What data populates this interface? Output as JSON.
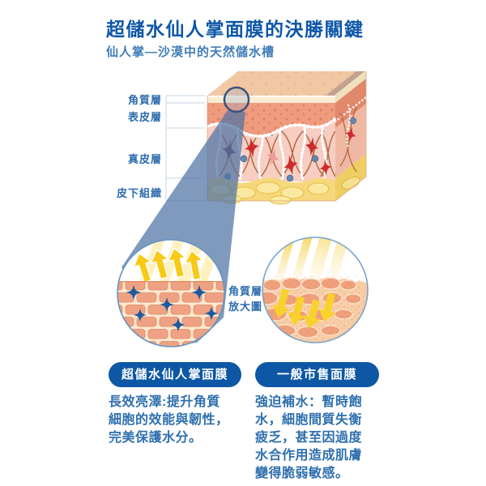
{
  "header": {
    "title": "超儲水仙人掌面膜的決勝關鍵",
    "subtitle": "仙人掌—沙漠中的天然儲水槽"
  },
  "skin_diagram": {
    "layers": [
      {
        "label": "角質層"
      },
      {
        "label": "表皮層"
      },
      {
        "label": "真皮層"
      },
      {
        "label": "皮下組織"
      }
    ]
  },
  "magnifier": {
    "caption_line1": "角質層",
    "caption_line2": "放大圖"
  },
  "comparison": {
    "left": {
      "badge": "超儲水仙人掌面膜",
      "description": "長效亮澤:提升角質細胞的效能與韌性，完美保護水分。"
    },
    "right": {
      "badge": "一般市售面膜",
      "description": "強迫補水：暫時飽水，細胞間質失衡疲乏，甚至因過度水合作用造成肌膚變得脆弱敏感。"
    }
  },
  "colors": {
    "title_blue": "#0d57a8",
    "body_blue": "#2e6fae",
    "badge_blue": "#0d57a5",
    "cone_blue": "#7d9dc5",
    "arrow_yellow": "#f8ca18",
    "sparkle_navy": "#1c5aa0",
    "brick_salmon": "#efa283",
    "epidermis_salmon": "#ee9b7e",
    "dermis_pink": "#f8cec2",
    "fat_yellow": "#f6d87c"
  }
}
